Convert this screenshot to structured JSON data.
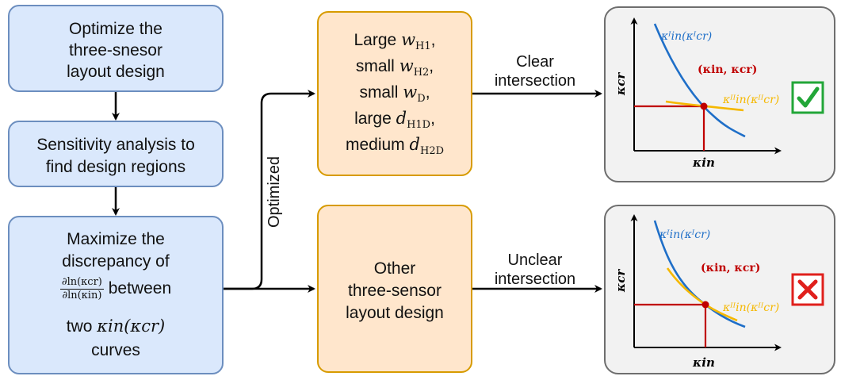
{
  "left_boxes": {
    "box1": [
      "Optimize the",
      "three-snesor",
      "layout design"
    ],
    "box2": [
      "Sensitivity analysis to",
      "find design regions"
    ],
    "box3": {
      "line1": "Maximize the",
      "line2": "discrepancy of",
      "frac_num": "∂ln(κcr)",
      "frac_den": "∂ln(κin)",
      "between": "between",
      "line4_pre": "two",
      "line4_math": "κin(κcr)",
      "line5": "curves"
    }
  },
  "optimized_label": "Optimized",
  "top_box": {
    "lines": [
      {
        "word": "Large",
        "var": "w",
        "sub": "H1",
        "trail": ","
      },
      {
        "word": "small",
        "var": "w",
        "sub": "H2",
        "trail": ","
      },
      {
        "word": "small",
        "var": "w",
        "sub": "D",
        "trail": ","
      },
      {
        "word": "large",
        "var": "d",
        "sub": "H1D",
        "trail": ","
      },
      {
        "word": "medium",
        "var": "d",
        "sub": "H2D",
        "trail": ""
      }
    ]
  },
  "bottom_box": [
    "Other",
    "three-sensor",
    "layout design"
  ],
  "arrow_labels": {
    "clear_1": "Clear",
    "clear_2": "intersection",
    "unclear_1": "Unclear",
    "unclear_2": "intersection"
  },
  "plot_top": {
    "curve1_label": "κᴵin(κᴵcr)",
    "curve2_label": "κᴵᴵin(κᴵᴵcr)",
    "point_label": "(κin, κcr)",
    "xlabel": "κin",
    "ylabel": "κcr",
    "status_icon": "check-icon"
  },
  "plot_bottom": {
    "curve1_label": "κᴵin(κᴵcr)",
    "curve2_label": "κᴵᴵin(κᴵᴵcr)",
    "point_label": "(κin, κcr)",
    "xlabel": "κin",
    "ylabel": "κcr",
    "status_icon": "cross-icon"
  },
  "colors": {
    "blue_fill": "#dae8fc",
    "blue_border": "#6c8ebf",
    "orange_fill": "#ffe6cc",
    "orange_border": "#d79b00",
    "curve_blue": "#1f6fc8",
    "curve_yellow": "#f5b800",
    "point_red": "#c00000",
    "check_green": "#22a638",
    "cross_red": "#e0201c"
  }
}
